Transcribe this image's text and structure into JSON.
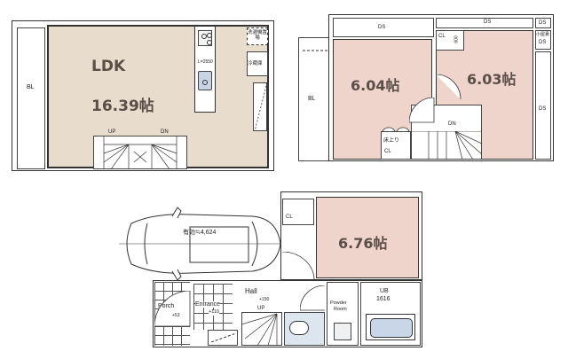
{
  "floor1_upper": {
    "room_name": "LDK",
    "room_size": "16.39帖",
    "balcony_label": "BL",
    "kitchen_length": "L=2550",
    "washer_label": "洗濯機置場",
    "fridge_label": "冷蔵庫",
    "stair_up": "UP",
    "stair_down": "DN",
    "room_color": "#e8dccc"
  },
  "floor3": {
    "room_left_size": "6.04帖",
    "room_right_size": "6.03帖",
    "balcony_label": "BL",
    "ds_top_left": "DS",
    "ds_top_right": "DS",
    "ds_corner": "DS",
    "ds_corner2_label": "小屋裏",
    "ds_corner2": "DS",
    "ds_right": "DS",
    "cl_label": "CL",
    "cl_dim": "600",
    "stair_down": "DN",
    "attic_access": "床上り",
    "attic_cl": "CL",
    "room_color": "#efd4cc"
  },
  "floor1": {
    "parking_label": "有効≒4,624",
    "room_size": "6.76帖",
    "cl_label": "CL",
    "porch_label": "Porch",
    "porch_level": "+53",
    "entrance_label": "Entrance",
    "entrance_level": "+110",
    "hall_label": "Hall",
    "hall_level": "+150",
    "stair_up": "UP",
    "powder_label": "Powder",
    "powder_label2": "Room",
    "bath_label": "UB",
    "bath_size": "1616",
    "room_color": "#efd4cc"
  }
}
